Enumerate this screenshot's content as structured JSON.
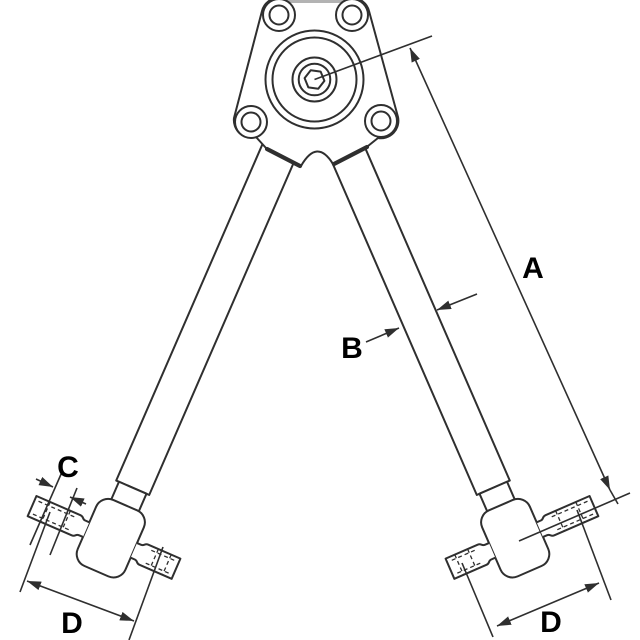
{
  "drawing": {
    "type": "technical-line-drawing",
    "subject": "V-shaped torque rod linkage with flanged bearing head, tubular arms and threaded ball-stud ends",
    "labels": {
      "a": "A",
      "b": "B",
      "c": "C",
      "d_left": "D",
      "d_right": "D"
    },
    "colors": {
      "background": "#ffffff",
      "line": "#2f2f2f",
      "label": "#000000",
      "top_edge": "#b3b3b3"
    }
  }
}
